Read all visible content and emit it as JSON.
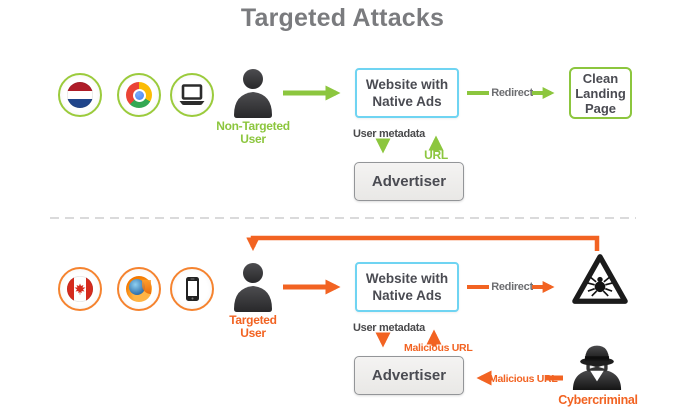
{
  "title": "Targeted Attacks",
  "colors": {
    "green": "#8CC63E",
    "orange": "#F26322",
    "cyan_border": "#6FD4F2",
    "box_text": "#4A4B52",
    "gray_label": "#6D6E71",
    "title_gray": "#7A7B7E"
  },
  "top": {
    "icons": {
      "flag": "netherlands-flag",
      "browser": "chrome-browser",
      "device": "laptop"
    },
    "user_line1": "Non-Targeted",
    "user_line2": "User",
    "website_line1": "Website with",
    "website_line2": "Native Ads",
    "redirect": "Redirect",
    "landing_line1": "Clean",
    "landing_line2": "Landing",
    "landing_line3": "Page",
    "metadata": "User metadata",
    "url": "URL",
    "advertiser": "Advertiser"
  },
  "bottom": {
    "icons": {
      "flag": "canada-flag",
      "browser": "firefox-browser",
      "device": "smartphone"
    },
    "user_line1": "Targeted",
    "user_line2": "User",
    "website_line1": "Website with",
    "website_line2": "Native Ads",
    "redirect": "Redirect",
    "metadata": "User metadata",
    "malicious_url_to_website": "Malicious URL",
    "advertiser": "Advertiser",
    "malicious_url_from_criminal": "Malicious URL",
    "cybercriminal": "Cybercriminal",
    "malware_icon": "malware-warning-triangle",
    "criminal_icon": "spy-silhouette"
  }
}
